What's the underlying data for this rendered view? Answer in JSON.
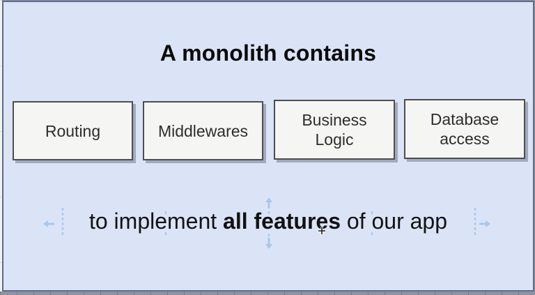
{
  "slide": {
    "title": "A monolith contains",
    "boxes": [
      {
        "label": "Routing"
      },
      {
        "label": "Middlewares"
      },
      {
        "label": "Business\nLogic"
      },
      {
        "label": "Database\naccess"
      }
    ],
    "caption": {
      "prefix": "to implement ",
      "bold": "all features",
      "suffix": " of our app"
    }
  },
  "selection": {
    "dash_column": "x\nx\nx\nx\nx\nx",
    "handle": "x",
    "icons": [
      "move-left-arrow",
      "move-right-arrow",
      "move-up-arrow",
      "move-down-arrow",
      "crosshair-cursor"
    ]
  },
  "colors": {
    "slide_background": "#dbe4f6",
    "slide_border": "#5e6d90",
    "box_background": "#f5f5f3",
    "box_border": "#4d4d4d",
    "box_shadow": "#a2abbf",
    "selection_accent": "#a6c8ee",
    "timeline_strip": "#8e939c"
  }
}
